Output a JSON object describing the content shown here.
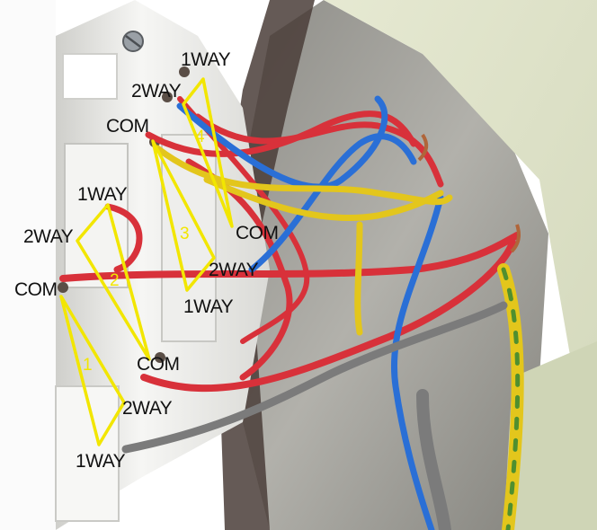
{
  "switches": [
    {
      "number": "1",
      "terminals": [
        {
          "key": "com",
          "label": "COM"
        },
        {
          "key": "twoway",
          "label": "2WAY"
        },
        {
          "key": "oneway",
          "label": "1WAY"
        }
      ]
    },
    {
      "number": "2",
      "terminals": [
        {
          "key": "oneway",
          "label": "1WAY"
        },
        {
          "key": "twoway",
          "label": "2WAY"
        },
        {
          "key": "com",
          "label": "COM"
        }
      ]
    },
    {
      "number": "3",
      "terminals": [
        {
          "key": "com",
          "label": "COM"
        },
        {
          "key": "twoway",
          "label": "2WAY"
        },
        {
          "key": "oneway",
          "label": "1WAY"
        }
      ]
    },
    {
      "number": "4",
      "terminals": [
        {
          "key": "oneway",
          "label": "1WAY"
        },
        {
          "key": "twoway",
          "label": "2WAY"
        },
        {
          "key": "com",
          "label": "COM"
        }
      ]
    }
  ],
  "colors": {
    "annotation_line": "#f2e600",
    "annotation_number": "#f2e600",
    "label_text": "#111111",
    "wire_red": "#d8313a",
    "wire_blue": "#2a6fd6",
    "wire_yellow": "#e3c61c",
    "wire_grey": "#7b7b7b",
    "earth_green": "#4f8f2f",
    "back_box": "#9a9a92",
    "faceplate": "#dfe3c9",
    "switch_body": "#f2f2f0"
  }
}
